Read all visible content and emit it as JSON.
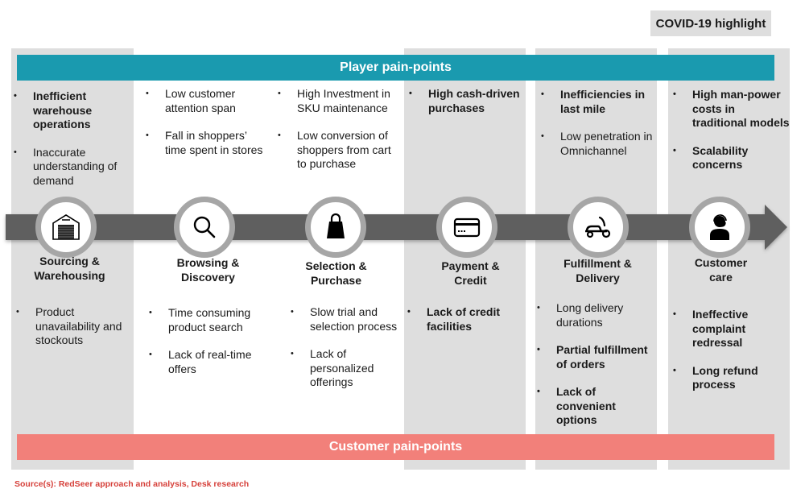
{
  "legend": {
    "covid_highlight_label": "COVID-19 highlight",
    "covid_highlight_color": "#dedede"
  },
  "bands": {
    "player": {
      "label": "Player pain-points",
      "color": "#1a9aaf"
    },
    "customer": {
      "label": "Customer pain-points",
      "color": "#f2807a"
    }
  },
  "stages": [
    {
      "title_line1": "Sourcing &",
      "title_line2": "Warehousing",
      "icon": "warehouse-icon",
      "covid_highlight": true,
      "player_points": [
        {
          "text": "Inefficient warehouse operations",
          "bold": true
        },
        {
          "text": "Inaccurate understanding of demand",
          "bold": false
        }
      ],
      "customer_points": [
        {
          "text": "Product unavailability and stockouts",
          "bold": false
        }
      ]
    },
    {
      "title_line1": "Browsing &",
      "title_line2": "Discovery",
      "icon": "search-icon",
      "covid_highlight": false,
      "player_points": [
        {
          "text": "Low customer attention span",
          "bold": false
        },
        {
          "text": "Fall in shoppers’ time spent in stores",
          "bold": false
        }
      ],
      "customer_points": [
        {
          "text": "Time consuming product search",
          "bold": false
        },
        {
          "text": "Lack of real-time offers",
          "bold": false
        }
      ]
    },
    {
      "title_line1": "Selection &",
      "title_line2": "Purchase",
      "icon": "shopping-bag-icon",
      "covid_highlight": false,
      "player_points": [
        {
          "text": "High Investment in SKU maintenance",
          "bold": false
        },
        {
          "text": "Low conversion of shoppers from cart to purchase",
          "bold": false
        }
      ],
      "customer_points": [
        {
          "text": "Slow trial and selection process",
          "bold": false
        },
        {
          "text": "Lack of personalized offerings",
          "bold": false
        }
      ]
    },
    {
      "title_line1": "Payment &",
      "title_line2": "Credit",
      "icon": "credit-card-icon",
      "covid_highlight": true,
      "player_points": [
        {
          "text": "High cash-driven purchases",
          "bold": true
        }
      ],
      "customer_points": [
        {
          "text": "Lack of credit facilities",
          "bold": true
        }
      ]
    },
    {
      "title_line1": "Fulfillment &",
      "title_line2": "Delivery",
      "icon": "scooter-icon",
      "covid_highlight": true,
      "player_points": [
        {
          "text": "Inefficiencies in last mile",
          "bold": true
        },
        {
          "text": "Low penetration in Omnichannel",
          "bold": false
        }
      ],
      "customer_points": [
        {
          "text": "Long delivery durations",
          "bold": false
        },
        {
          "text": "Partial fulfillment of orders",
          "bold": true
        },
        {
          "text": "Lack of convenient options",
          "bold": true
        }
      ]
    },
    {
      "title_line1": "Customer",
      "title_line2": "care",
      "icon": "customer-support-icon",
      "covid_highlight": true,
      "player_points": [
        {
          "text": "High man-power costs in traditional models",
          "bold": true
        },
        {
          "text": "Scalability concerns",
          "bold": true
        }
      ],
      "customer_points": [
        {
          "text": "Ineffective complaint redressal",
          "bold": true
        },
        {
          "text": "Long refund process",
          "bold": true
        }
      ]
    }
  ],
  "source": "Source(s): RedSeer approach and analysis, Desk research"
}
